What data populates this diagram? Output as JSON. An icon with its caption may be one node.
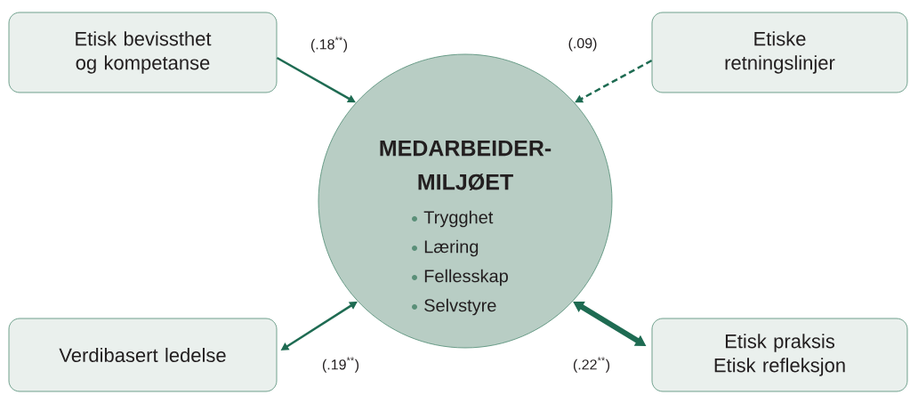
{
  "diagram": {
    "nodes": [
      {
        "text": [
          "MEDARBEIDER- MILJØET",
          "Trygghet",
          "Læring",
          "Fellesskap",
          "Selvstyre"
        ]
      },
      {
        "text": [
          "Etisk bevissthet og kompetanse"
        ]
      },
      {
        "text": [
          "Etiske retningslinjer"
        ]
      },
      {
        "text": [
          "Verdibasert ledelse"
        ]
      },
      {
        "text": [
          "Etisk praksis Etisk refleksjon"
        ]
      }
    ],
    "edges": [
      {
        "from": 1,
        "to": 0,
        "arrow": "to",
        "label": "(.18$^{**}$)"
      },
      {
        "from": 2,
        "to": 0,
        "arrow": "to",
        "label": "(.09)",
        "style": "dashed"
      },
      {
        "from": 0,
        "to": 3,
        "arrow": "both",
        "label": "(.19$^{**}$)"
      },
      {
        "from": 0,
        "to": 4,
        "arrow": "both",
        "label": "(.22$^{**}$)",
        "style": "thick"
      }
    ]
  }
}
